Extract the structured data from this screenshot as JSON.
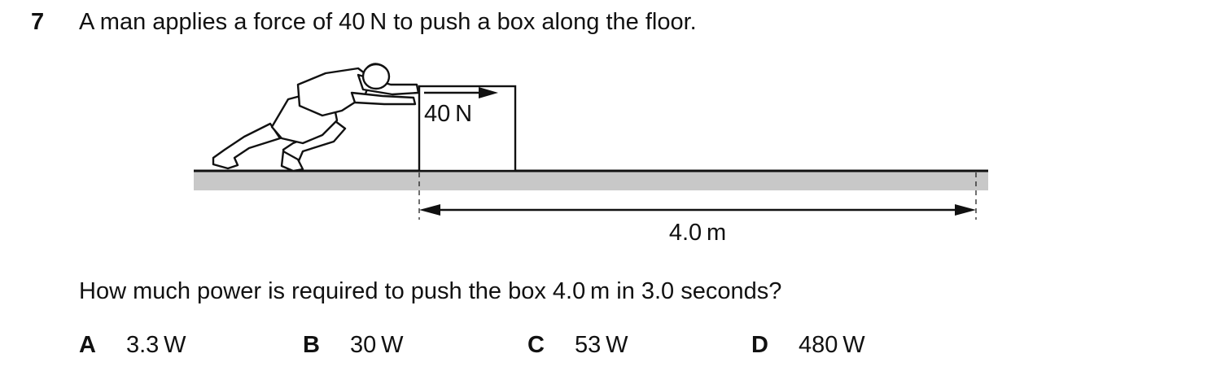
{
  "question": {
    "number": "7",
    "stem": "A man applies a force of 40 N to push a box along the floor.",
    "prompt": "How much power is required to push the box 4.0 m in 3.0 seconds?"
  },
  "figure": {
    "force_label": "40 N",
    "distance_label": "4.0 m"
  },
  "options": [
    {
      "letter": "A",
      "value": "3.3 W"
    },
    {
      "letter": "B",
      "value": "30 W"
    },
    {
      "letter": "C",
      "value": "53 W"
    },
    {
      "letter": "D",
      "value": "480 W"
    }
  ]
}
